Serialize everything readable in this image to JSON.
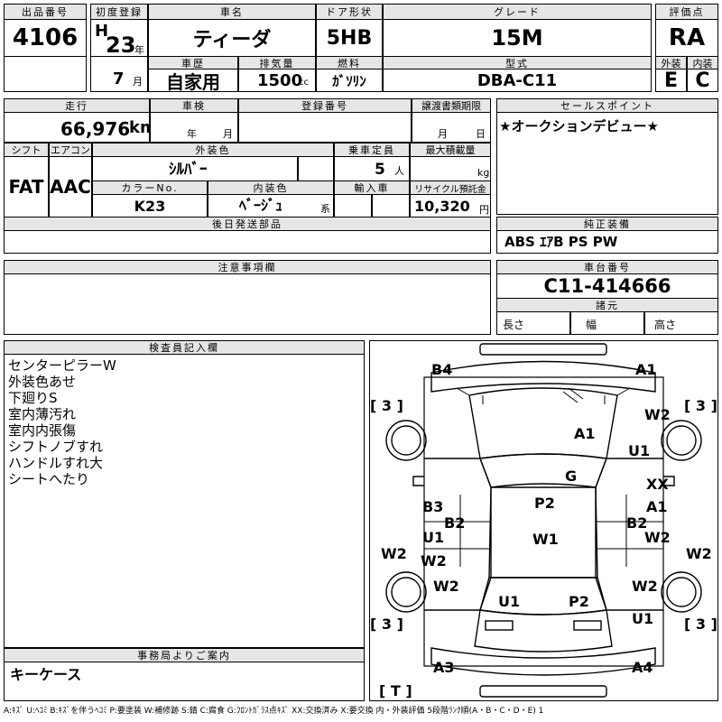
{
  "header": {
    "lot_label": "出品番号",
    "lot_no": "4106",
    "reg_label": "初度登録",
    "era": "H",
    "year": "23",
    "year_unit": "年",
    "month": "7",
    "month_unit": "月",
    "model_label": "車名",
    "model": "ティーダ",
    "door_label": "ドア形状",
    "door": "5HB",
    "grade_label": "グレード",
    "grade": "15M",
    "score_label": "評価点",
    "score": "RA",
    "history_label": "車歴",
    "history": "自家用",
    "disp_label": "排気量",
    "disp": "1500",
    "disp_unit": "cc",
    "fuel_label": "燃料",
    "fuel": "ｶﾞｿﾘﾝ",
    "type_label": "型式",
    "type": "DBA-C11",
    "ext_label": "外装",
    "ext_score": "E",
    "int_label": "内装",
    "int_score": "C"
  },
  "row2": {
    "mileage_label": "走行",
    "mileage": "66,976",
    "mileage_unit": "km",
    "inspection_label": "車検",
    "insp_year": "年",
    "insp_month": "月",
    "plate_label": "登録番号",
    "transfer_label": "譲渡書類期限",
    "transfer_month": "月",
    "transfer_day": "日",
    "sales_label": "セールスポイント",
    "sales_text": "★オークションデビュー★",
    "shift_label": "シフト",
    "shift": "FAT",
    "ac_label": "エアコン",
    "ac": "AAC",
    "color_label": "外装色",
    "color": "ｼﾙﾊﾞｰ",
    "seats_label": "乗車定員",
    "seats": "5",
    "seats_unit": "人",
    "load_label": "最大積載量",
    "load_unit": "kg",
    "color_no_label": "カラーNo.",
    "color_no": "K23",
    "interior_label": "内装色",
    "interior": "ﾍﾞｰｼﾞｭ",
    "interior_unit": "系",
    "import_label": "輸入車",
    "recycle_label": "リサイクル預託金",
    "recycle": "10,320",
    "recycle_unit": "円",
    "later_label": "後日発送部品",
    "equip_label": "純正装備",
    "equip": "ABS ｴｱB PS PW"
  },
  "notes": {
    "caution_label": "注意事項欄",
    "chassis_label": "車台番号",
    "chassis": "C11-414666",
    "spec_label": "諸元",
    "len": "長さ",
    "wid": "幅",
    "hei": "高さ",
    "inspector_label": "検査員記入欄",
    "inspector_lines": [
      "センターピラーW",
      "外装色あせ",
      "下廻りS",
      "室内薄汚れ",
      "室内内張傷",
      "シフトノブすれ",
      "ハンドルすれ大",
      "シートへたり"
    ],
    "office_label": "事務局よりご案内",
    "office_text": "キーケース"
  },
  "diagram": {
    "marks": {
      "fl_bumper": "B4",
      "fr_bumper": "A1",
      "hood": "A1",
      "roof": "P2",
      "rr_fender_l": "B2",
      "rr_fender_r": "B2",
      "wind": "G",
      "l_front": "B3",
      "r_front_xx": "XX",
      "r_front_a1": "A1",
      "l_u1": "U1",
      "r_w2a": "W2",
      "r_u1": "U1",
      "l_w2": "W2",
      "roof_w1": "W1",
      "l_w2b": "W2",
      "r_w2b": "W2",
      "rear_u1": "U1",
      "rear_p2": "P2",
      "r_rear_u1": "U1",
      "lr_bumper": "A3",
      "rr_bumper": "A4",
      "far_l_w2": "W2",
      "far_r_w2": "W2"
    },
    "tire_fl": "[ 3 ]",
    "tire_fr": "[ 3 ]",
    "tire_rl": "[ 3 ]",
    "tire_rr": "[ 3 ]",
    "spare": "[ T ]"
  },
  "legend": "A:ｷｽﾞ U:ﾍｺﾐ B:ｷｽﾞを伴うﾍｺﾐ P:要塗装 W:補修跡 S:錆 C:腐食 G:ﾌﾛﾝﾄｶﾞﾗｽ点ｷｽﾞ XX:交換済み X:要交換 内・外装評価 5段階ﾗﾝｸ順(A・B・C・D・E) 1"
}
